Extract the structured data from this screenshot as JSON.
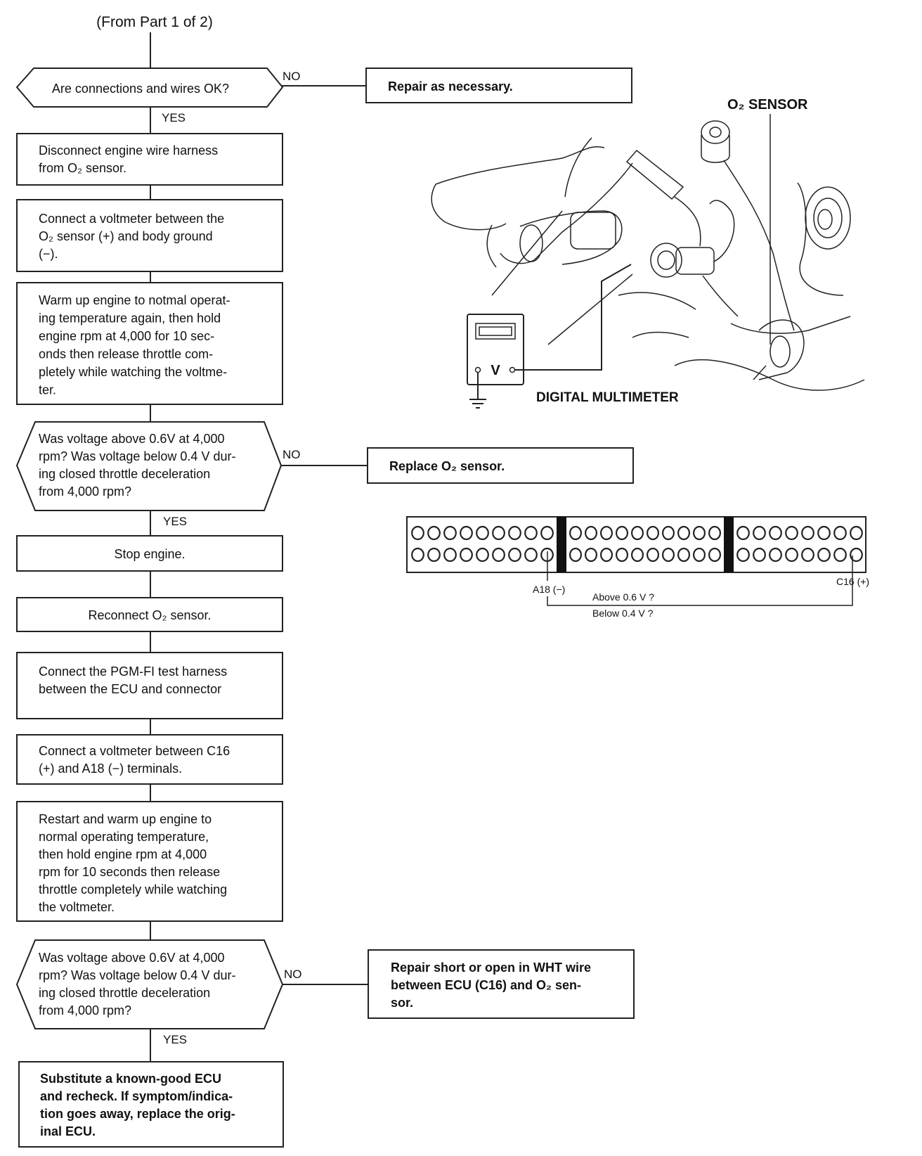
{
  "header": {
    "from_part": "(From Part 1 of 2)"
  },
  "labels": {
    "no": "NO",
    "yes": "YES"
  },
  "flow": {
    "q1": {
      "lines": [
        "Are connections and wires OK?"
      ]
    },
    "repair1": {
      "lines": [
        "Repair as necessary."
      ]
    },
    "s1": {
      "lines": [
        "Disconnect engine wire harness",
        "from O₂ sensor."
      ]
    },
    "s2": {
      "lines": [
        "Connect a voltmeter between the",
        "O₂ sensor (+) and body ground",
        "(−)."
      ]
    },
    "s3": {
      "lines": [
        "Warm up engine to notmal operat-",
        "ing temperature again, then hold",
        "engine rpm at 4,000 for 10 sec-",
        "onds then release throttle com-",
        "pletely while watching the voltme-",
        "ter."
      ]
    },
    "q2": {
      "lines": [
        "Was voltage above 0.6V at 4,000",
        "rpm? Was voltage below 0.4 V dur-",
        "ing closed throttle deceleration",
        "from 4,000 rpm?"
      ]
    },
    "replace": {
      "lines": [
        "Replace O₂ sensor."
      ]
    },
    "s4": {
      "lines": [
        "Stop engine."
      ]
    },
    "s5": {
      "lines": [
        "Reconnect O₂ sensor."
      ]
    },
    "s6": {
      "lines": [
        "Connect the PGM-FI test harness",
        "between the ECU and connector"
      ]
    },
    "s7": {
      "lines": [
        "Connect a voltmeter between C16",
        "(+) and A18 (−) terminals."
      ]
    },
    "s8": {
      "lines": [
        "Restart and warm up engine to",
        "normal operating temperature,",
        "then hold engine rpm at 4,000",
        "rpm for 10 seconds then release",
        "throttle completely while watching",
        "the voltmeter."
      ]
    },
    "q3": {
      "lines": [
        "Was voltage above 0.6V at 4,000",
        "rpm? Was voltage below 0.4 V dur-",
        "ing closed throttle deceleration",
        "from 4,000 rpm?"
      ]
    },
    "repair2": {
      "lines": [
        "Repair short or open in WHT wire",
        "between ECU (C16) and O₂ sen-",
        "sor."
      ]
    },
    "final": {
      "lines": [
        "Substitute a known-good ECU",
        "and recheck. If symptom/indica-",
        "tion goes away, replace the orig-",
        "inal ECU."
      ]
    }
  },
  "illustration": {
    "o2_sensor_label": "O₂ SENSOR",
    "multimeter_label": "DIGITAL MULTIMETER",
    "meter_symbol": "V"
  },
  "connector": {
    "pin_rows": [
      [
        "OOOOOOOOO",
        "OOOOOOOOOO",
        "OOOOOOOO"
      ],
      [
        "OOOOOOOOO",
        "OOOOOOOOOO",
        "OOOOOOOO"
      ]
    ],
    "terminal_minus": "A18 (−)",
    "terminal_plus": "C16 (+)",
    "above": "Above 0.6 V ?",
    "below": "Below 0.4 V ?"
  }
}
